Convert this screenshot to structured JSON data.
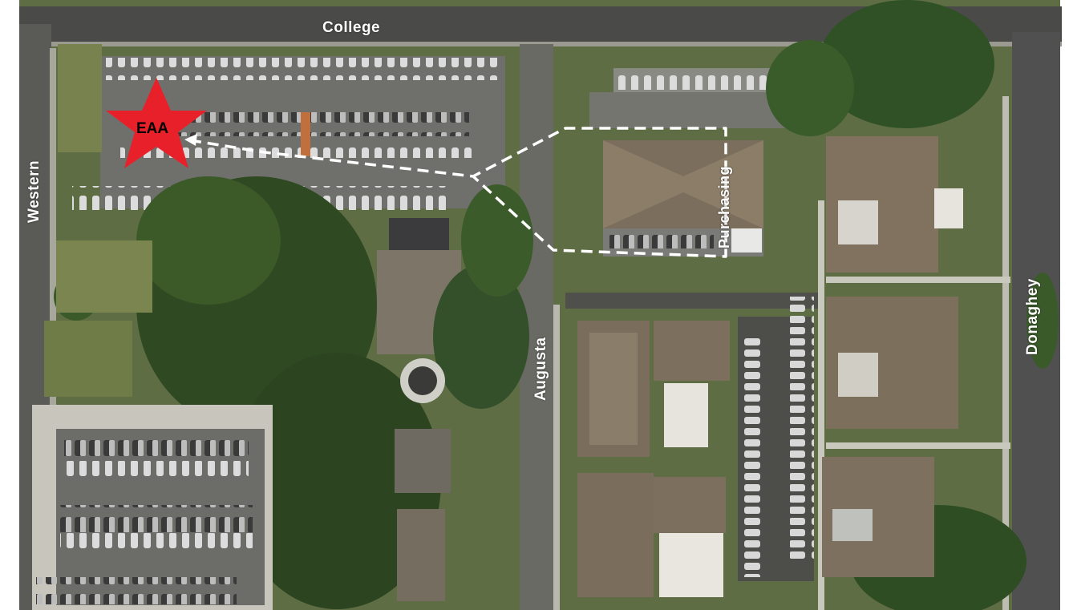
{
  "map": {
    "streets": {
      "college": "College",
      "western": "Western",
      "augusta": "Augusta",
      "donaghey": "Donaghey"
    },
    "buildings": {
      "purchasing": "Purchasing"
    },
    "marker": {
      "label": "EAA",
      "icon": "star-icon",
      "color": "#e8202a"
    },
    "route": {
      "color": "#ffffff",
      "style": "dashed"
    }
  }
}
